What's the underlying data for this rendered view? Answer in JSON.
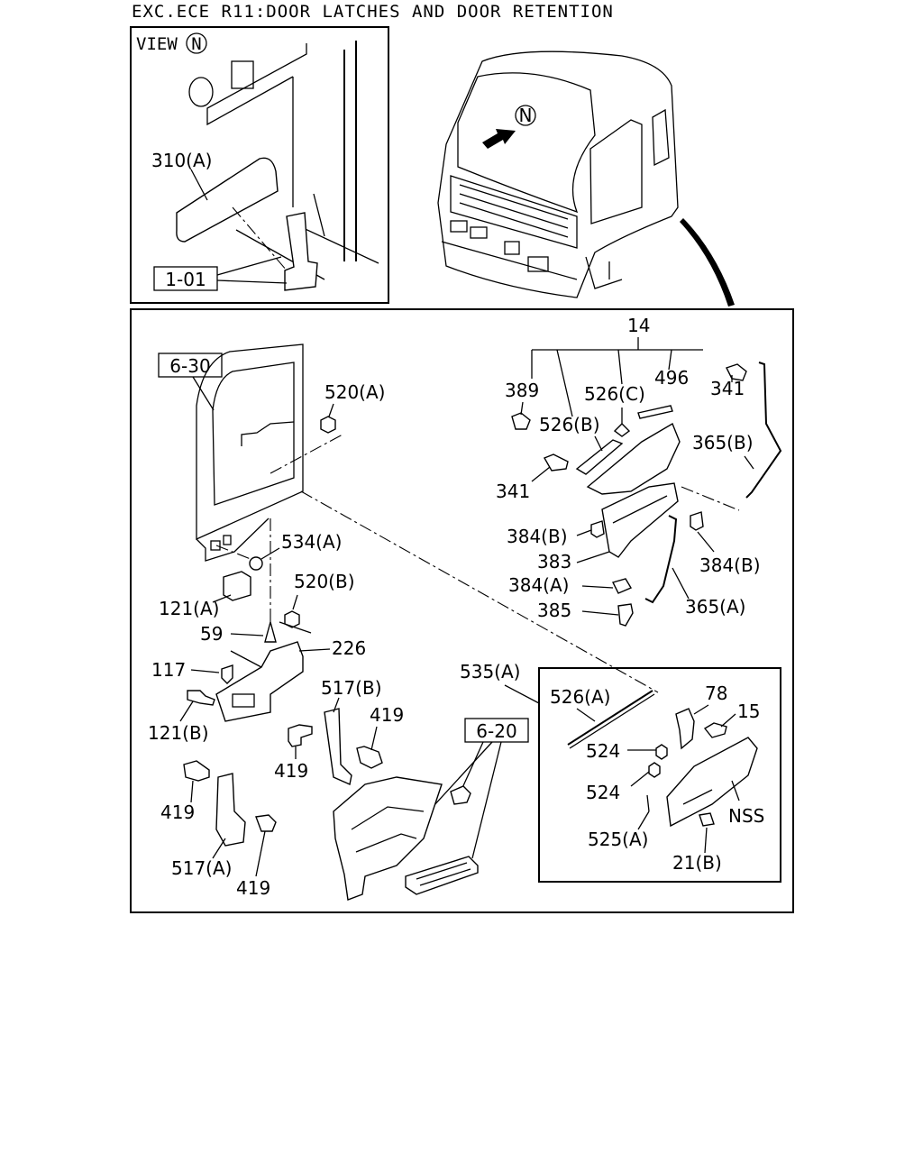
{
  "title": "EXC.ECE R11:DOOR LATCHES AND DOOR RETENTION",
  "view_panel": {
    "view_label": "VIEW",
    "view_marker": "N",
    "callouts": {
      "c310a": "310(A)",
      "ref_101": "1-01"
    }
  },
  "cab": {
    "view_marker": "N"
  },
  "main_panel": {
    "refs": {
      "r630": "6-30",
      "r620": "6-20"
    },
    "callouts": {
      "c14": "14",
      "c389": "389",
      "c526c": "526(C)",
      "c496": "496",
      "c341a": "341",
      "c526b": "526(B)",
      "c365b": "365(B)",
      "c341b": "341",
      "c520a": "520(A)",
      "c384b1": "384(B)",
      "c383": "383",
      "c384b2": "384(B)",
      "c384a": "384(A)",
      "c385": "385",
      "c365a": "365(A)",
      "c534a": "534(A)",
      "c520b": "520(B)",
      "c121a": "121(A)",
      "c59": "59",
      "c226": "226",
      "c117": "117",
      "c121b": "121(B)",
      "c535a": "535(A)",
      "c517b": "517(B)",
      "c419a": "419",
      "c419b": "419",
      "c419c": "419",
      "c419d": "419",
      "c517a": "517(A)",
      "c526a": "526(A)",
      "c78": "78",
      "c15": "15",
      "c524a": "524",
      "c524b": "524",
      "cnss": "NSS",
      "c525a": "525(A)",
      "c21b": "21(B)"
    }
  }
}
